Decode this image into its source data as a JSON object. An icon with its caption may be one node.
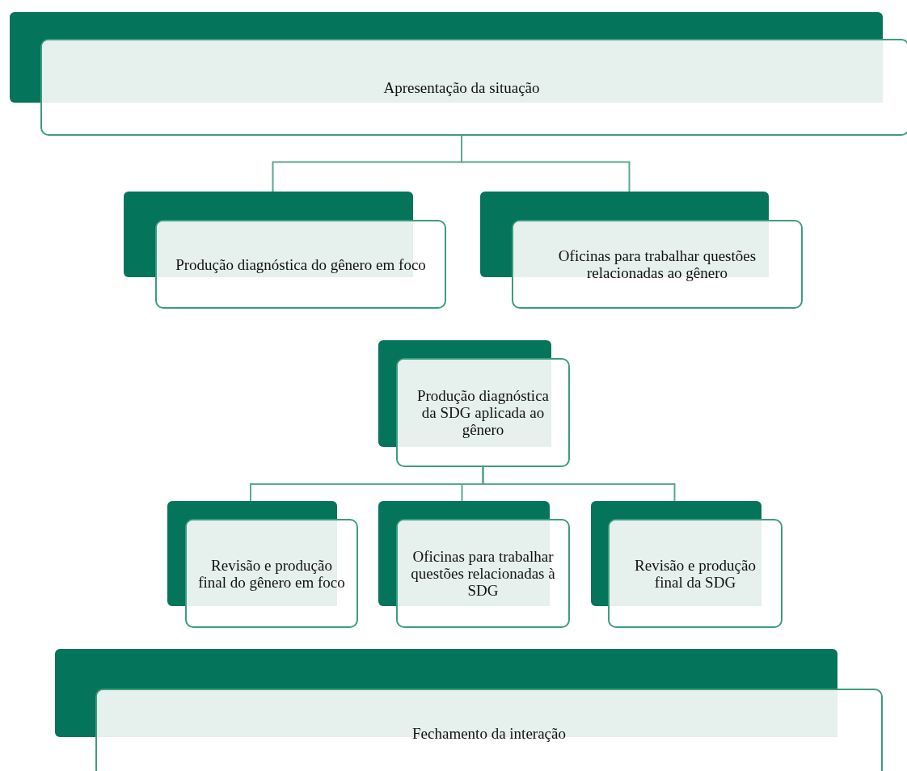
{
  "diagram": {
    "nodes": [
      {
        "text": [
          "Apresentação da situação"
        ]
      },
      {
        "text": [
          "Produção diagnóstica do gênero em foco"
        ]
      },
      {
        "text": [
          "Oficinas para trabalhar questões relacionadas ao gênero"
        ]
      },
      {
        "text": [
          "Produção diagnóstica da SDG aplicada ao gênero"
        ]
      },
      {
        "text": [
          "Revisão e produção final do gênero em foco"
        ]
      },
      {
        "text": [
          "Oficinas para trabalhar questões relacionadas à SDG"
        ]
      },
      {
        "text": [
          "Revisão e produção final da SDG"
        ]
      },
      {
        "text": [
          "Fechamento da interação"
        ]
      }
    ],
    "edges": [
      {
        "from": 0,
        "to": 1,
        "arrow": "none"
      },
      {
        "from": 0,
        "to": 2,
        "arrow": "none"
      },
      {
        "from": 3,
        "to": 4,
        "arrow": "none"
      },
      {
        "from": 3,
        "to": 5,
        "arrow": "none"
      },
      {
        "from": 3,
        "to": 6,
        "arrow": "none"
      }
    ]
  }
}
